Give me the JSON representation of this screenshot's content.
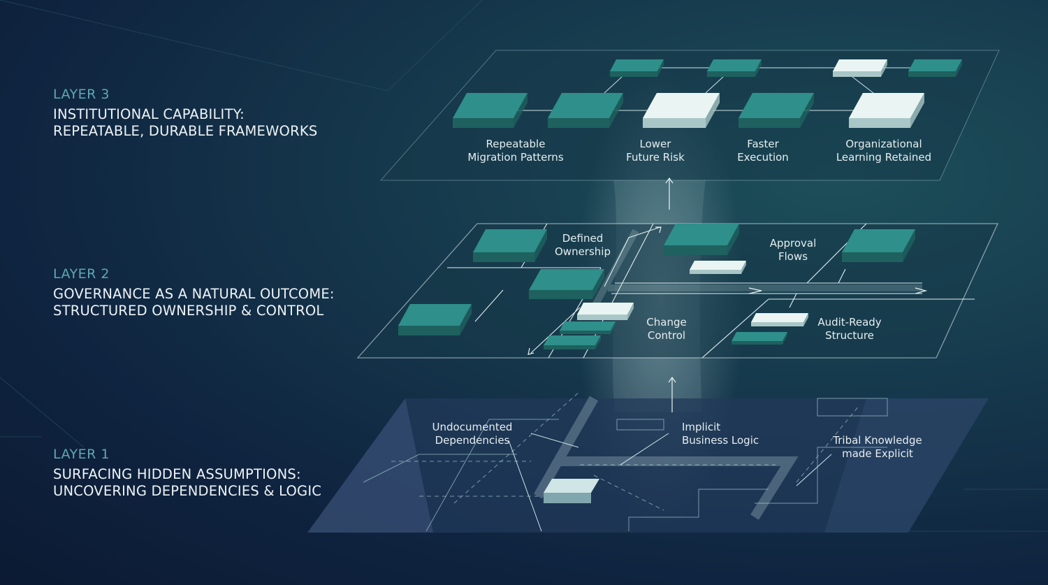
{
  "layers": [
    {
      "num": "LAYER 3",
      "title1": "INSTITUTIONAL CAPABILITY:",
      "title2": "REPEATABLE, DURABLE FRAMEWORKS"
    },
    {
      "num": "LAYER 2",
      "title1": "GOVERNANCE AS A NATURAL OUTCOME:",
      "title2": "STRUCTURED OWNERSHIP & CONTROL"
    },
    {
      "num": "LAYER 1",
      "title1": "SURFACING HIDDEN ASSUMPTIONS:",
      "title2": "UNCOVERING DEPENDENCIES & LOGIC"
    }
  ],
  "layer3_labels": [
    {
      "l1": "Repeatable",
      "l2": "Migration Patterns"
    },
    {
      "l1": "Lower",
      "l2": "Future Risk"
    },
    {
      "l1": "Faster",
      "l2": "Execution"
    },
    {
      "l1": "Organizational",
      "l2": "Learning Retained"
    }
  ],
  "layer2_labels": [
    {
      "l1": "Defined",
      "l2": "Ownership"
    },
    {
      "l1": "Approval",
      "l2": "Flows"
    },
    {
      "l1": "Change",
      "l2": "Control"
    },
    {
      "l1": "Audit-Ready",
      "l2": "Structure"
    }
  ],
  "layer1_labels": [
    {
      "l1": "Undocumented",
      "l2": "Dependencies"
    },
    {
      "l1": "Implicit",
      "l2": "Business Logic"
    },
    {
      "l1": "Tribal Knowledge",
      "l2": "made Explicit"
    }
  ],
  "colors": {
    "teal": "#2e8c88",
    "white": "#e6f3f1",
    "accent": "#5fa8b4"
  }
}
